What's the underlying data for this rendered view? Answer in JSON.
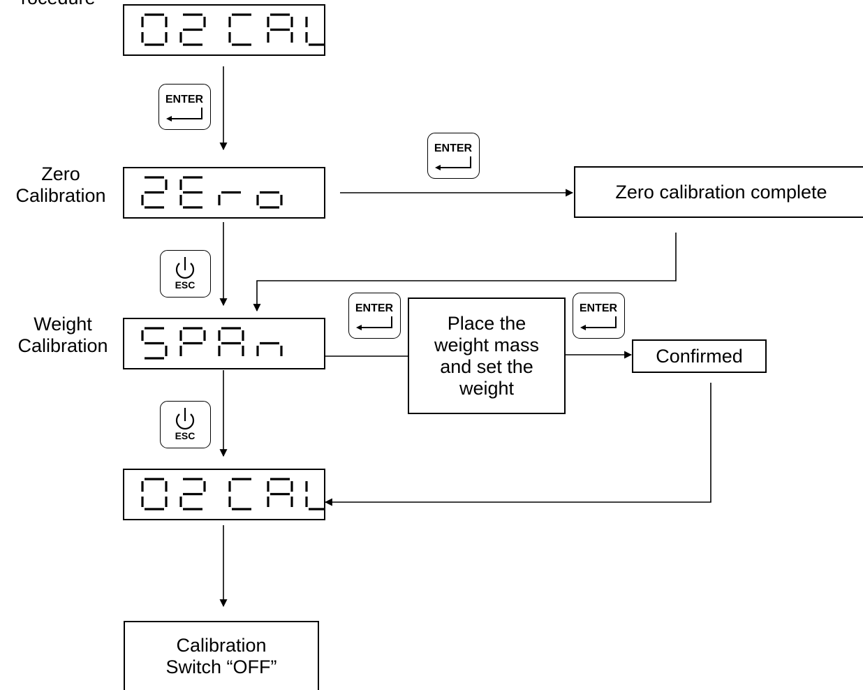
{
  "heading": "rocedure",
  "labels": {
    "zero_line1": "Zero",
    "zero_line2": "Calibration",
    "weight_line1": "Weight",
    "weight_line2": "Calibration"
  },
  "displays": {
    "first": "O2 CAL",
    "zero": "ZEro",
    "span": "SPAn",
    "last": "O2 CAL"
  },
  "keys": {
    "enter": "ENTER",
    "esc": "ESC"
  },
  "boxes": {
    "zero_complete": "Zero calibration complete",
    "place_weight": [
      "Place the",
      "weight mass",
      "and set the",
      "weight"
    ],
    "confirmed": "Confirmed",
    "switch_off": [
      "Calibration",
      "Switch “OFF”"
    ]
  }
}
